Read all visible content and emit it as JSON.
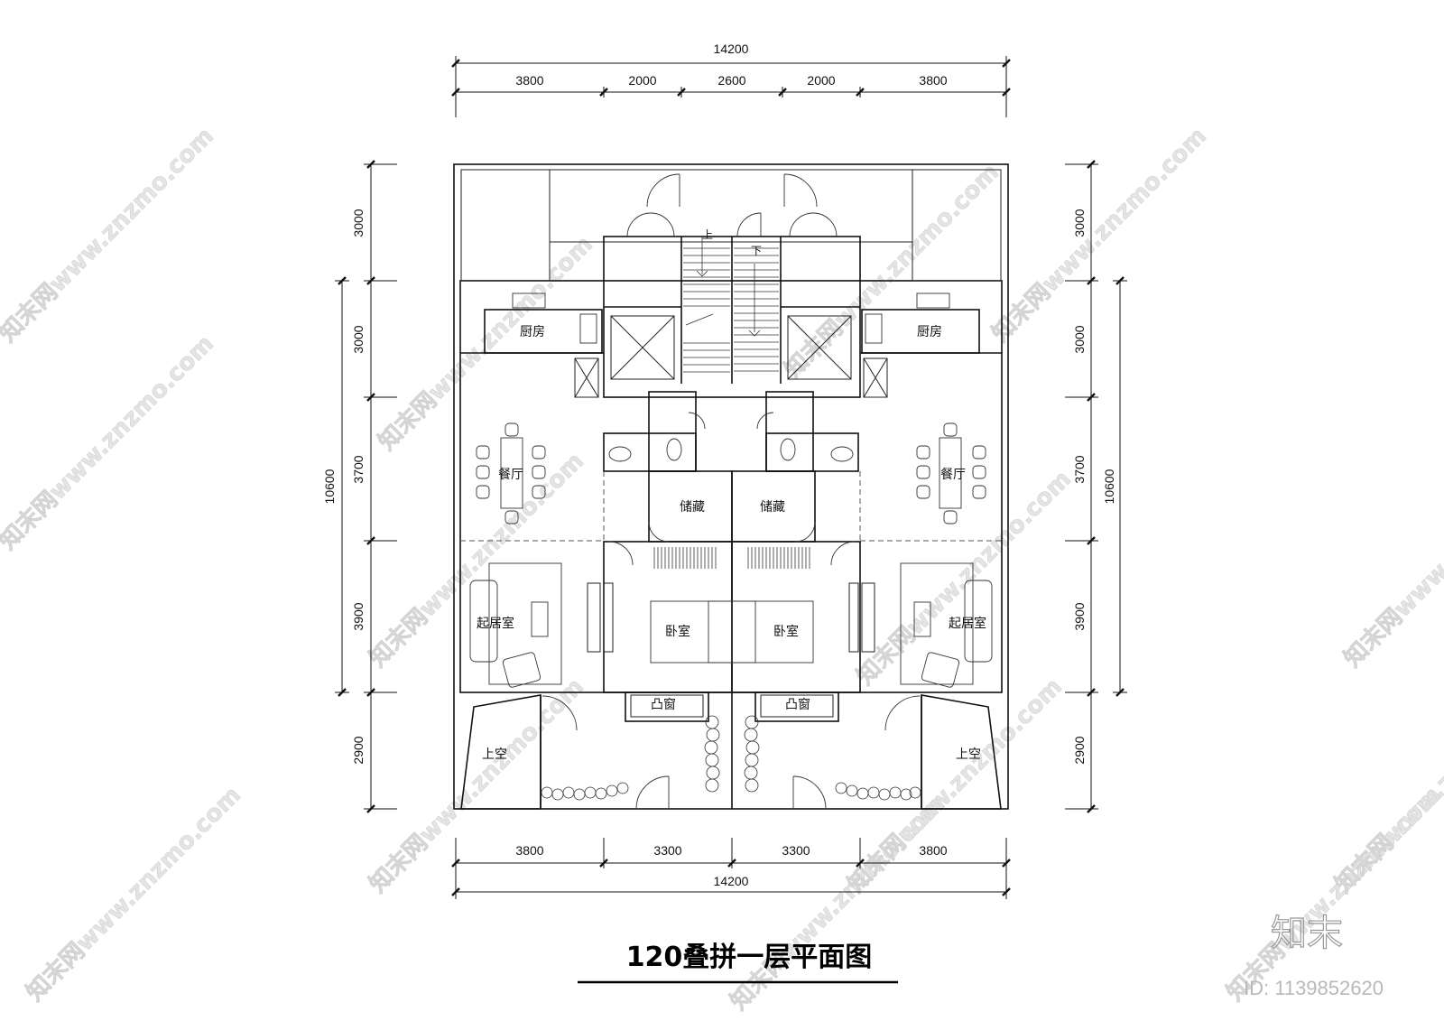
{
  "title": "120叠拼一层平面图",
  "brand": {
    "name": "知末",
    "id": "ID: 1139852620"
  },
  "watermark": "知末网www.znzmo.com",
  "dimensions": {
    "top_total": "14200",
    "top_segments": [
      "3800",
      "2000",
      "2600",
      "2000",
      "3800"
    ],
    "bottom_segments": [
      "3800",
      "3300",
      "3300",
      "3800"
    ],
    "bottom_total": "14200",
    "left_segments": [
      "3000",
      "3000",
      "3700",
      "3900",
      "2900"
    ],
    "left_total": "10600",
    "right_segments": [
      "3000",
      "3000",
      "3700",
      "3900",
      "2900"
    ],
    "right_total": "10600"
  },
  "rooms": {
    "kitchen": "厨房",
    "dining": "餐厅",
    "living": "起居室",
    "bedroom": "卧室",
    "storage": "储藏",
    "bay_window": "凸窗",
    "void": "上空",
    "stair_up": "上",
    "stair_down": "下"
  }
}
